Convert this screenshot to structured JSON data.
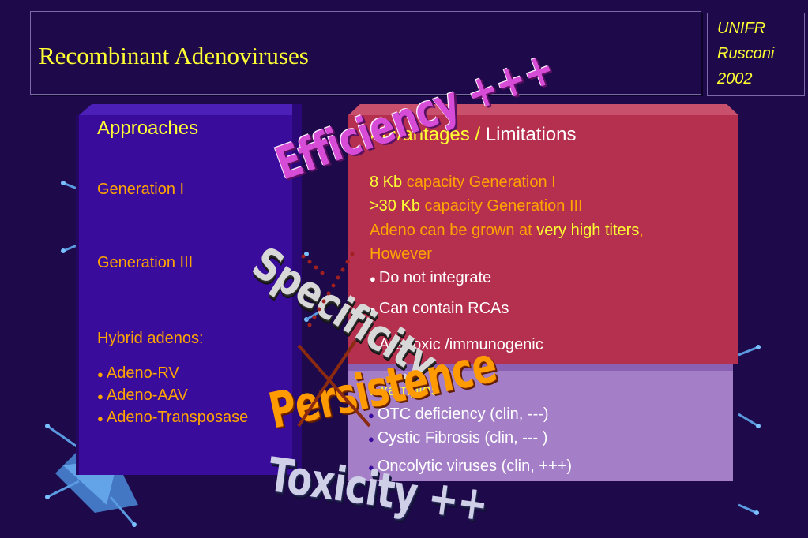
{
  "header": {
    "title": "Recombinant Adenoviruses"
  },
  "credit": {
    "line1": "UNIFR",
    "line2": "Rusconi",
    "line3": "2002"
  },
  "approaches": {
    "heading": "Approaches",
    "gen1": "Generation I",
    "gen3": "Generation III",
    "hybrid": "Hybrid adenos:",
    "items": [
      "Adeno-RV",
      "Adeno-AAV",
      "Adeno-Transposase"
    ]
  },
  "advantages": {
    "heading_a": "Advantages / ",
    "heading_b": "Limitations",
    "line1_a": "8 Kb",
    "line1_b": " capacity Generation I",
    "line2_a": ">30 Kb",
    "line2_b": " capacity Generation III",
    "line3_a": "Adeno can be grown at ",
    "line3_b": "very high titers",
    "line3_c": ",",
    "however": "However",
    "bullet1": "Do not integrate",
    "bullet2": "Can contain RCAs",
    "bullet3": "Are toxic /immunogenic"
  },
  "examples": {
    "heading": "Examples",
    "items": [
      "OTC deficiency (clin, ---)",
      "Cystic Fibrosis (clin, --- )",
      "Oncolytic viruses (clin, +++)"
    ]
  },
  "stamps": {
    "efficiency": "Efficiency +++",
    "specificity": "Specificity",
    "persistence": "Persistence",
    "toxicity": "Toxicity ++"
  },
  "colors": {
    "background": "#1e0a4a",
    "title_yellow": "#ffff33",
    "orange": "#ffa500",
    "left_panel": "#3a0c9c",
    "red_panel": "#b5304f",
    "violet_panel": "#a57ec8"
  }
}
